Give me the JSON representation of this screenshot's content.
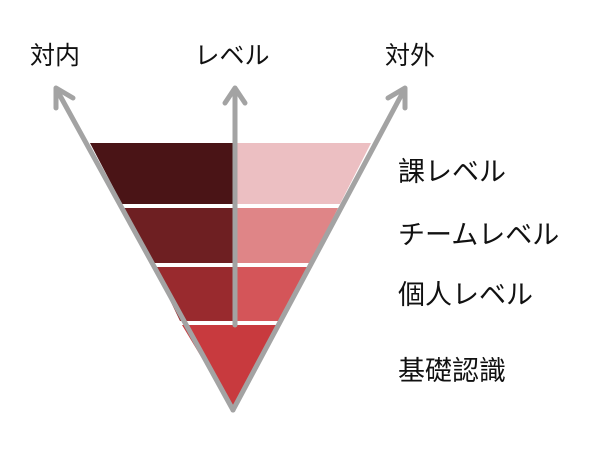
{
  "axis_labels": {
    "left": "対内",
    "center": "レベル",
    "right": "対外"
  },
  "levels": [
    {
      "label": "課レベル",
      "left_color": "#4a1416",
      "right_color": "#ecbfc2"
    },
    {
      "label": "チームレベル",
      "left_color": "#6e1f22",
      "right_color": "#df8587"
    },
    {
      "label": "個人レベル",
      "left_color": "#992a2e",
      "right_color": "#d45559"
    },
    {
      "label": "基礎認識",
      "left_color": "#c83a3e",
      "right_color": "#c83a3e"
    }
  ],
  "colors": {
    "arrow": "#a3a3a3",
    "separator": "#ffffff",
    "text": "#111111"
  }
}
